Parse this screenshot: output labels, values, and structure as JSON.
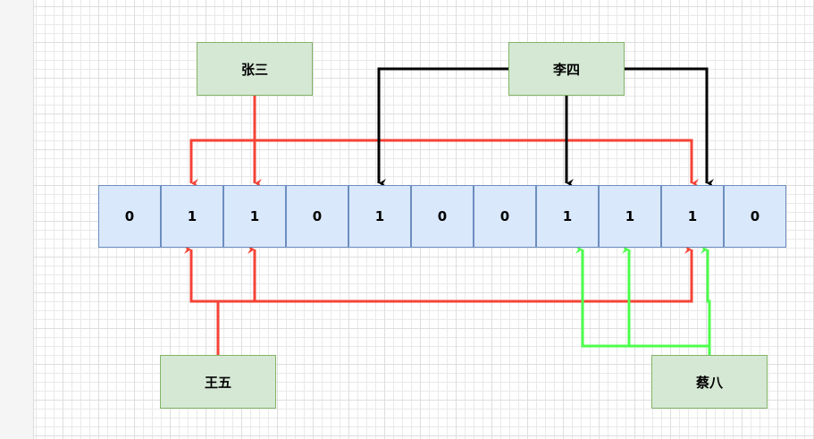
{
  "bit_array": [
    "0",
    "1",
    "1",
    "0",
    "1",
    "0",
    "0",
    "1",
    "1",
    "1",
    "0"
  ],
  "people": {
    "zhangsan": "张三",
    "lisi": "李四",
    "wangwu": "王五",
    "caiba": "蔡八"
  },
  "colors": {
    "red": "#f44336",
    "black": "#000000",
    "green": "#4cff4c",
    "cell_fill": "#dae8fc",
    "cell_border": "#6c8ebf",
    "person_fill": "#d5e8d4",
    "person_border": "#82b366"
  }
}
